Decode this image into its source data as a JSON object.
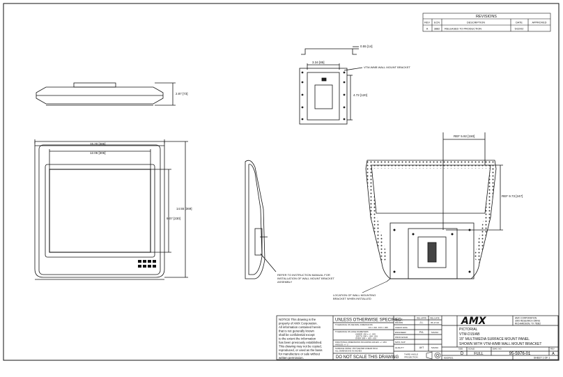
{
  "revisions": {
    "title": "REVISIONS",
    "headers": [
      "REV",
      "ECN",
      "DESCRIPTION",
      "DATE",
      "APPROVED"
    ],
    "row": [
      "A",
      "3882",
      "RELEASED TO PRODUCTION",
      "5/22/02",
      ""
    ]
  },
  "dims": {
    "bracket_lip": "0.55 [14]",
    "bracket_width": "3.34 [85]",
    "bracket_label": "VTM-WMB WALL MOUNT BRACKET",
    "bracket_height": "4.72 [120]",
    "top_depth": "2.87 [73]",
    "front_width": "15.20 [386]",
    "screen_width": "12.06 [306]",
    "front_height": "14.55 [369]",
    "screen_height": "9.07 [230]",
    "ref_width": "REF 5.92 [150]",
    "ref_height": "REF 9.73 [247]"
  },
  "notes": {
    "refer_1": "REFER TO INSTRUCTION MANUAL FOR",
    "refer_2": "INSTALLATION OF WALL MOUNT BRACKET",
    "refer_3": "ASSEMBLY",
    "loc_1": "LOCATION OF WALL MOUNTING",
    "loc_2": "BRACKET WHEN INSTALLED"
  },
  "titleblock": {
    "notice": [
      "NOTICE   This drawing is the",
      "property of AMX Corporation.",
      "All information contained herein",
      "that is not generally known",
      "shall be confidential except",
      "to the extent the information",
      "has been previously established.",
      "This drawing may not be copied,",
      "reproduced, or used as the basis",
      "for manufacture or sale without",
      "written permission."
    ],
    "unless": "UNLESS OTHERWISE SPECIFIED:",
    "tol_decimal": "TOLERANCE ON DECIMAL DIMENSIONS:",
    "tol_decimal_vals": ".XX ± .010   .XXX ± .005",
    "tol_hole": "TOLERANCE ON HOLE DIAMETERS:",
    "tol_hole_vals": [
      "UNDER .250 ± +/- .003",
      ".250 TO .500 + .004 -.001",
      "OVER .500 + .005 -.001"
    ],
    "fractional": "FRACTIONAL DIMENSIONS INCLUDING HOLES: +/- 1/64",
    "angles": "ANGLES: +/- 1°",
    "finish": [
      "SURFACE FINISH: 250 THE PER LINEAR INCH",
      "ALL DIMENSIONS IN INCHES"
    ],
    "do_not_scale": "DO NOT SCALE THIS DRAWING",
    "sig_headers": [
      "REL APPR",
      "REL DATE"
    ],
    "sig_rows": [
      {
        "role": "DRAWN",
        "name": "J.L.",
        "date": "05-17-02"
      },
      {
        "role": "CHECK ENG",
        "name": "",
        "date": ""
      },
      {
        "role": "ENGINEER",
        "name": "PVL",
        "date": "5/22/02"
      },
      {
        "role": "PROD ENGR",
        "name": "",
        "date": ""
      },
      {
        "role": "MATL SUP",
        "name": "",
        "date": ""
      },
      {
        "role": "QUALITY",
        "name": "AVT",
        "date": "5/22/02"
      }
    ],
    "projection_1": "THIRD ANGLE",
    "projection_2": "PROJECTION",
    "company_logo": "AMX",
    "company_addr": [
      "AMX CORPORATION",
      "3000 RESEARCH DRIVE",
      "RICHARDSON, TX 75082"
    ],
    "title_lines": [
      "PICTORIAL",
      "VTM-D15/AB",
      "15\" MULTIMEDIA SURFACE MOUNT PANEL",
      "SHOWN WITH VTM-WMB WALL  MOUNT BRACKET"
    ],
    "size_label": "SIZE",
    "size_value": "D",
    "scale_label": "SCALE",
    "scale_value": "FULL",
    "dwg_label": "DWG. NO.",
    "dwg_value": "95-5976-01",
    "rev_label": "REV",
    "rev_value": "A",
    "sheet": "SHEET  1 OF 1",
    "file_no": "9005F601"
  }
}
